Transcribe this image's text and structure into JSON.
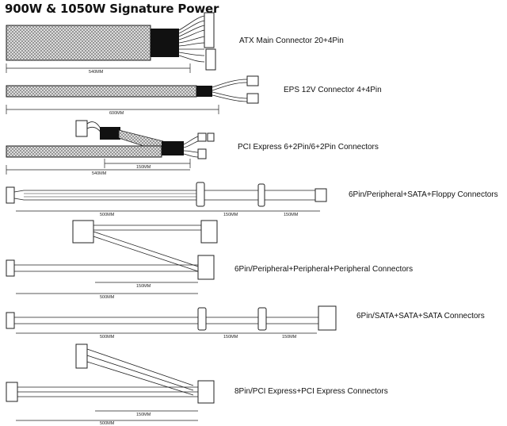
{
  "title": "900W & 1050W Signature Power",
  "cables": [
    {
      "label": "ATX Main Connector 20+4Pin",
      "dims": [
        "540MM"
      ]
    },
    {
      "label": "EPS 12V Connector 4+4Pin",
      "dims": [
        "600MM"
      ]
    },
    {
      "label": "PCI Express 6+2Pin/6+2Pin Connectors",
      "dims": [
        "540MM",
        "150MM"
      ]
    },
    {
      "label": "6Pin/Peripheral+SATA+Floppy Connectors",
      "dims": [
        "500MM",
        "150MM",
        "150MM"
      ]
    },
    {
      "label": "6Pin/Peripheral+Peripheral+Peripheral Connectors",
      "dims": [
        "500MM",
        "150MM"
      ]
    },
    {
      "label": "6Pin/SATA+SATA+SATA Connectors",
      "dims": [
        "500MM",
        "150MM",
        "150MM"
      ]
    },
    {
      "label": "8Pin/PCI Express+PCI Express Connectors",
      "dims": [
        "500MM",
        "150MM"
      ]
    }
  ],
  "colors": {
    "line": "#222222",
    "sleeve": "#555555",
    "heatshrink": "#111111"
  }
}
